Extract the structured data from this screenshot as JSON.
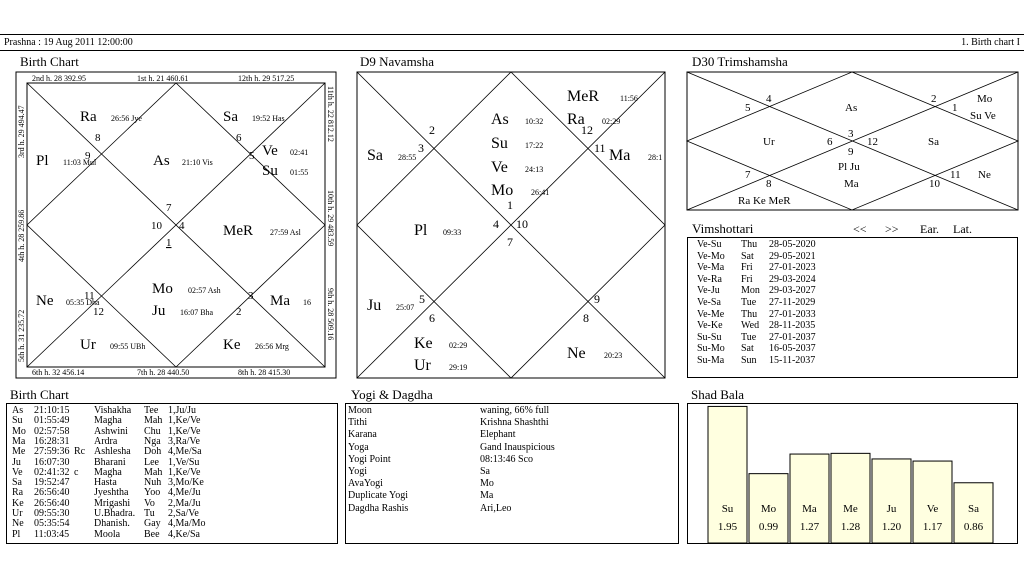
{
  "header": {
    "left": "Prashna :   19 Aug 2011  12:00:00",
    "right": "1. Birth chart I"
  },
  "birth_chart": {
    "title": "Birth Chart",
    "top_labels": [
      "2nd h.  28  392.95",
      "1st h.  21  460.61",
      "12th h.  29  517.25"
    ],
    "bottom_labels": [
      "6th h.  32  456.14",
      "7th h.  28  440.50",
      "8th h.  28  415.30"
    ],
    "left_labels": [
      "3rd h.  29  494.47",
      "4th h.  28  259.86",
      "5th h.  31  235.72"
    ],
    "right_labels": [
      "11th h.  22  812.12",
      "10th h.  29  483.59",
      "9th h.  28  509.16"
    ],
    "planets": {
      "ra": "Ra",
      "ra_deg": "26:56 Jye",
      "sa": "Sa",
      "sa_deg": "19:52 Has",
      "pl": "Pl",
      "pl_deg": "11:03 Mul",
      "as": "As",
      "as_deg": "21:10 Vis",
      "ve": "Ve",
      "ve_deg": "02:41",
      "su": "Su",
      "su_deg": "01:55",
      "mer": "MeR",
      "mer_deg": "27:59 Asl",
      "ne": "Ne",
      "ne_deg": "05:35 Dha",
      "mo": "Mo",
      "mo_deg": "02:57 Ash",
      "ju": "Ju",
      "ju_deg": "16:07 Bha",
      "ma": "Ma",
      "ma_deg": "16",
      "ur": "Ur",
      "ur_deg": "09:55 UBh",
      "ke": "Ke",
      "ke_deg": "26:56 Mrg"
    },
    "numbers": {
      "n8": "8",
      "n6": "6",
      "n9": "9",
      "n5": "5",
      "n7": "7",
      "n10": "10",
      "n4": "4",
      "n1": "1",
      "n11": "11",
      "n12": "12",
      "n3": "3",
      "n2": "2"
    }
  },
  "navamsha": {
    "title": "D9 Navamsha",
    "items": {
      "mer": "MeR",
      "mer_deg": "11:56",
      "ra": "Ra",
      "ra_deg": "02:29",
      "as": "As",
      "as_deg": "10:32",
      "su": "Su",
      "su_deg": "17:22",
      "ve": "Ve",
      "ve_deg": "24:13",
      "mo": "Mo",
      "mo_deg": "26:41",
      "sa": "Sa",
      "sa_deg": "28:55",
      "ma": "Ma",
      "ma_deg": "28:1",
      "pl": "Pl",
      "pl_deg": "09:33",
      "ju": "Ju",
      "ju_deg": "25:07",
      "ke": "Ke",
      "ke_deg": "02:29",
      "ur": "Ur",
      "ur_deg": "29:19",
      "ne": "Ne",
      "ne_deg": "20:23"
    },
    "numbers": {
      "n2": "2",
      "n3": "3",
      "n12": "12",
      "n11": "11",
      "n1": "1",
      "n4": "4",
      "n10": "10",
      "n7": "7",
      "n5": "5",
      "n6": "6",
      "n9": "9",
      "n8": "8"
    }
  },
  "trimshamsha": {
    "title": "D30 Trimshamsha",
    "items": {
      "as": "As",
      "mo": "Mo",
      "suve": "Su Ve",
      "ur": "Ur",
      "sa": "Sa",
      "plju": "Pl Ju",
      "ma": "Ma",
      "ne": "Ne",
      "rakemer": "Ra Ke MeR"
    },
    "numbers": {
      "n5": "5",
      "n4": "4",
      "n2": "2",
      "n1": "1",
      "n6": "6",
      "n3": "3",
      "n9": "9",
      "n12": "12",
      "n7": "7",
      "n8": "8",
      "n10": "10",
      "n11": "11"
    }
  },
  "vimshottari": {
    "title": "Vimshottari",
    "prev": "<<",
    "next": ">>",
    "ear": "Ear.",
    "lat": "Lat.",
    "rows": [
      [
        "Ve-Su",
        "Thu",
        "28-05-2020"
      ],
      [
        "Ve-Mo",
        "Sat",
        "29-05-2021"
      ],
      [
        "Ve-Ma",
        "Fri",
        "27-01-2023"
      ],
      [
        "Ve-Ra",
        "Fri",
        "29-03-2024"
      ],
      [
        "Ve-Ju",
        "Mon",
        "29-03-2027"
      ],
      [
        "Ve-Sa",
        "Tue",
        "27-11-2029"
      ],
      [
        "Ve-Me",
        "Thu",
        "27-01-2033"
      ],
      [
        "Ve-Ke",
        "Wed",
        "28-11-2035"
      ],
      [
        "Su-Su",
        "Tue",
        "27-01-2037"
      ],
      [
        "Su-Mo",
        "Sat",
        "16-05-2037"
      ],
      [
        "Su-Ma",
        "Sun",
        "15-11-2037"
      ]
    ]
  },
  "birth_table": {
    "title": "Birth Chart",
    "rows": [
      [
        "As",
        "21:10:15",
        "",
        "Vishakha",
        "Tee",
        "1,Ju/Ju"
      ],
      [
        "Su",
        "01:55:49",
        "",
        "Magha",
        "Mah",
        "1,Ke/Ve"
      ],
      [
        "Mo",
        "02:57:58",
        "",
        "Ashwini",
        "Chu",
        "1,Ke/Ve"
      ],
      [
        "Ma",
        "16:28:31",
        "",
        "Ardra",
        "Nga",
        "3,Ra/Ve"
      ],
      [
        "Me",
        "27:59:36",
        "Rc",
        "Ashlesha",
        "Doh",
        "4,Me/Sa"
      ],
      [
        "Ju",
        "16:07:30",
        "",
        "Bharani",
        "Lee",
        "1,Ve/Su"
      ],
      [
        "Ve",
        "02:41:32",
        "c",
        "Magha",
        "Mah",
        "1,Ke/Ve"
      ],
      [
        "Sa",
        "19:52:47",
        "",
        "Hasta",
        "Nuh",
        "3,Mo/Ke"
      ],
      [
        "Ra",
        "26:56:40",
        "",
        "Jyeshtha",
        "Yoo",
        "4,Me/Ju"
      ],
      [
        "Ke",
        "26:56:40",
        "",
        "Mrigashi",
        "Vo",
        "2,Ma/Ju"
      ],
      [
        "Ur",
        "09:55:30",
        "",
        "U.Bhadra.",
        "Tu",
        "2,Sa/Ve"
      ],
      [
        "Ne",
        "05:35:54",
        "",
        "Dhanish.",
        "Gay",
        "4,Ma/Mo"
      ],
      [
        "Pl",
        "11:03:45",
        "",
        "Moola",
        "Bee",
        "4,Ke/Sa"
      ]
    ]
  },
  "yogi": {
    "title": "Yogi & Dagdha",
    "rows": [
      [
        "Moon",
        "waning, 66% full"
      ],
      [
        "Tithi",
        "Krishna  Shashthi"
      ],
      [
        "Karana",
        "Elephant"
      ],
      [
        "Yoga",
        "Gand Inauspicious"
      ],
      [
        "Yogi Point",
        "08:13:46 Sco"
      ],
      [
        "Yogi",
        "Sa"
      ],
      [
        "AvaYogi",
        "Mo"
      ],
      [
        "Duplicate Yogi",
        "Ma"
      ],
      [
        "Dagdha Rashis",
        "Ari,Leo"
      ]
    ]
  },
  "chart_data": {
    "type": "bar",
    "title": "Shad Bala",
    "categories": [
      "Su",
      "Mo",
      "Ma",
      "Me",
      "Ju",
      "Ve",
      "Sa"
    ],
    "values": [
      1.95,
      0.99,
      1.27,
      1.28,
      1.2,
      1.17,
      0.86
    ],
    "value_labels": [
      "1.95",
      "0.99",
      "1.27",
      "1.28",
      "1.20",
      "1.17",
      "0.86"
    ],
    "ylim": [
      0,
      2
    ],
    "bar_color": "#ffffe0"
  }
}
